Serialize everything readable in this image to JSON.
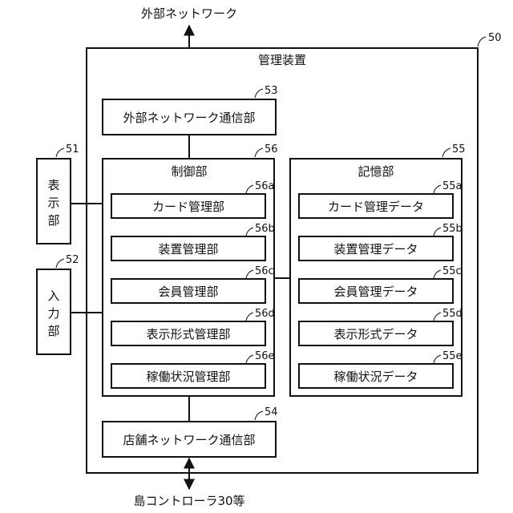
{
  "external_network": "外部ネットワーク",
  "store_controller": "島コントローラ30等",
  "management_device": {
    "title": "管理装置",
    "ref": "50"
  },
  "external_comm": {
    "label": "外部ネットワーク通信部",
    "ref": "53"
  },
  "store_comm": {
    "label": "店舗ネットワーク通信部",
    "ref": "54"
  },
  "display": {
    "label": [
      "表",
      "示",
      "部"
    ],
    "ref": "51"
  },
  "input": {
    "label": [
      "入",
      "力",
      "部"
    ],
    "ref": "52"
  },
  "control": {
    "title": "制御部",
    "ref": "56",
    "items": [
      {
        "label": "カード管理部",
        "ref": "56a"
      },
      {
        "label": "装置管理部",
        "ref": "56b"
      },
      {
        "label": "会員管理部",
        "ref": "56c"
      },
      {
        "label": "表示形式管理部",
        "ref": "56d"
      },
      {
        "label": "稼働状況管理部",
        "ref": "56e"
      }
    ]
  },
  "storage": {
    "title": "記憶部",
    "ref": "55",
    "items": [
      {
        "label": "カード管理データ",
        "ref": "55a"
      },
      {
        "label": "装置管理データ",
        "ref": "55b"
      },
      {
        "label": "会員管理データ",
        "ref": "55c"
      },
      {
        "label": "表示形式データ",
        "ref": "55d"
      },
      {
        "label": "稼働状況データ",
        "ref": "55e"
      }
    ]
  }
}
